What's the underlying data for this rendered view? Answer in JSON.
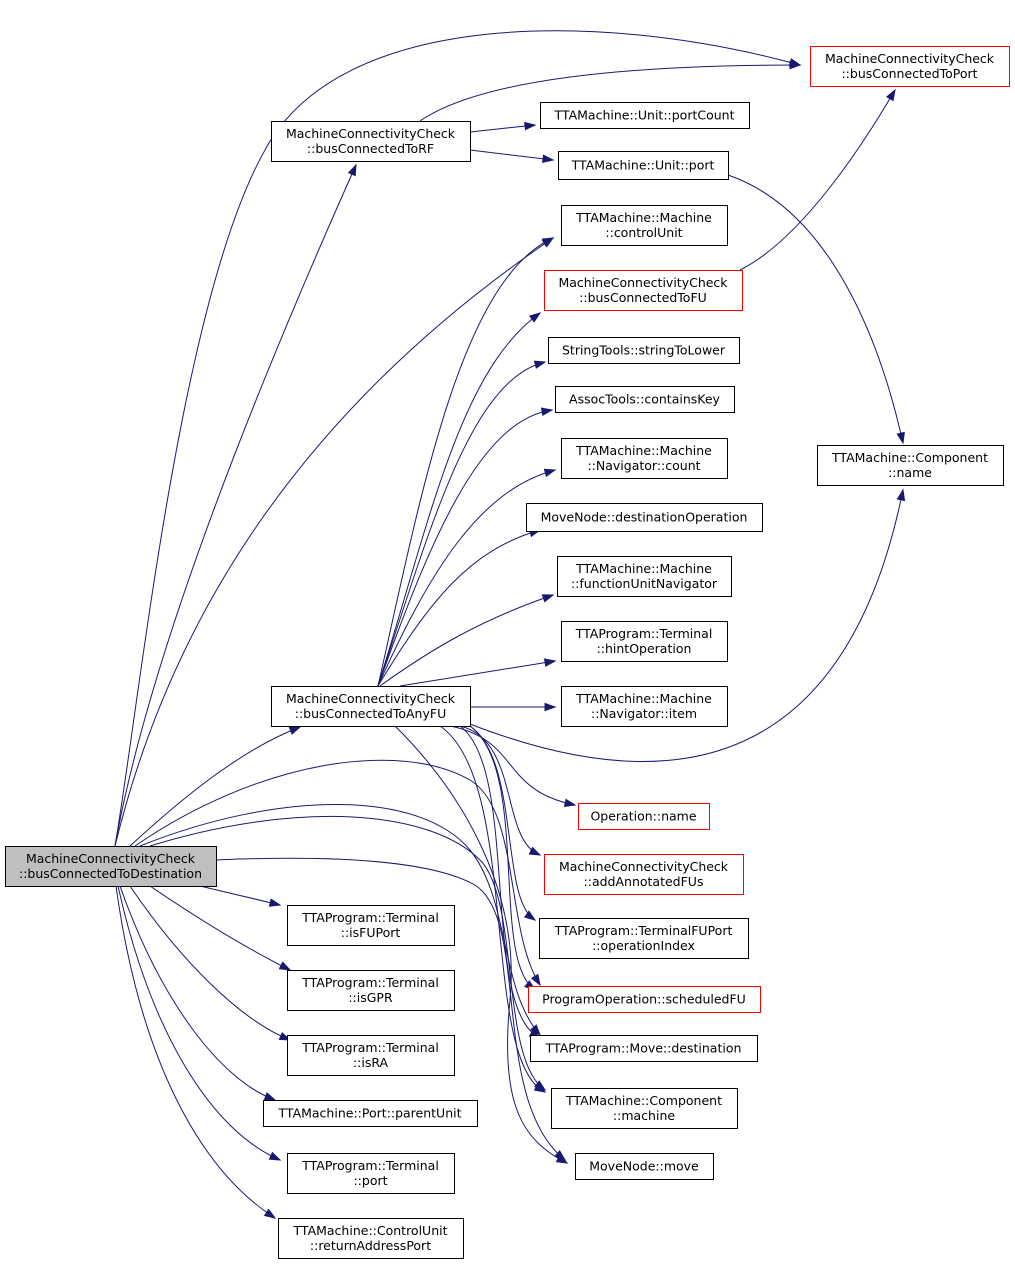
{
  "diagram": {
    "type": "call-graph",
    "colors": {
      "edge": "#191970",
      "root_fill": "#bfbfbf",
      "node_border": "#000000",
      "truncated_border": "#ff0000"
    },
    "nodes": [
      {
        "id": "dest",
        "lines": [
          "MachineConnectivityCheck",
          "::busConnectedToDestination"
        ],
        "style": "root"
      },
      {
        "id": "toPort",
        "lines": [
          "MachineConnectivityCheck",
          "::busConnectedToPort"
        ],
        "style": "red"
      },
      {
        "id": "toRF",
        "lines": [
          "MachineConnectivityCheck",
          "::busConnectedToRF"
        ],
        "style": "normal"
      },
      {
        "id": "portCount",
        "lines": [
          "TTAMachine::Unit::portCount"
        ],
        "style": "normal"
      },
      {
        "id": "unitPort",
        "lines": [
          "TTAMachine::Unit::port"
        ],
        "style": "normal"
      },
      {
        "id": "controlUnit",
        "lines": [
          "TTAMachine::Machine",
          "::controlUnit"
        ],
        "style": "normal"
      },
      {
        "id": "toFU",
        "lines": [
          "MachineConnectivityCheck",
          "::busConnectedToFU"
        ],
        "style": "red"
      },
      {
        "id": "toLower",
        "lines": [
          "StringTools::stringToLower"
        ],
        "style": "normal"
      },
      {
        "id": "containsKey",
        "lines": [
          "AssocTools::containsKey"
        ],
        "style": "normal"
      },
      {
        "id": "navCount",
        "lines": [
          "TTAMachine::Machine",
          "::Navigator::count"
        ],
        "style": "normal"
      },
      {
        "id": "destOp",
        "lines": [
          "MoveNode::destinationOperation"
        ],
        "style": "normal"
      },
      {
        "id": "fuNav",
        "lines": [
          "TTAMachine::Machine",
          "::functionUnitNavigator"
        ],
        "style": "normal"
      },
      {
        "id": "hintOp",
        "lines": [
          "TTAProgram::Terminal",
          "::hintOperation"
        ],
        "style": "normal"
      },
      {
        "id": "navItem",
        "lines": [
          "TTAMachine::Machine",
          "::Navigator::item"
        ],
        "style": "normal"
      },
      {
        "id": "compName",
        "lines": [
          "TTAMachine::Component",
          "::name"
        ],
        "style": "normal"
      },
      {
        "id": "anyFU",
        "lines": [
          "MachineConnectivityCheck",
          "::busConnectedToAnyFU"
        ],
        "style": "normal"
      },
      {
        "id": "opName",
        "lines": [
          "Operation::name"
        ],
        "style": "red"
      },
      {
        "id": "addAnn",
        "lines": [
          "MachineConnectivityCheck",
          "::addAnnotatedFUs"
        ],
        "style": "red"
      },
      {
        "id": "opIndex",
        "lines": [
          "TTAProgram::TerminalFUPort",
          "::operationIndex"
        ],
        "style": "normal"
      },
      {
        "id": "schedFU",
        "lines": [
          "ProgramOperation::scheduledFU"
        ],
        "style": "red"
      },
      {
        "id": "moveDest",
        "lines": [
          "TTAProgram::Move::destination"
        ],
        "style": "normal"
      },
      {
        "id": "compMachine",
        "lines": [
          "TTAMachine::Component",
          "::machine"
        ],
        "style": "normal"
      },
      {
        "id": "moveNode",
        "lines": [
          "MoveNode::move"
        ],
        "style": "normal"
      },
      {
        "id": "isFUPort",
        "lines": [
          "TTAProgram::Terminal",
          "::isFUPort"
        ],
        "style": "normal"
      },
      {
        "id": "isGPR",
        "lines": [
          "TTAProgram::Terminal",
          "::isGPR"
        ],
        "style": "normal"
      },
      {
        "id": "isRA",
        "lines": [
          "TTAProgram::Terminal",
          "::isRA"
        ],
        "style": "normal"
      },
      {
        "id": "parentUnit",
        "lines": [
          "TTAMachine::Port::parentUnit"
        ],
        "style": "normal"
      },
      {
        "id": "termPort",
        "lines": [
          "TTAProgram::Terminal",
          "::port"
        ],
        "style": "normal"
      },
      {
        "id": "retAddr",
        "lines": [
          "TTAMachine::ControlUnit",
          "::returnAddressPort"
        ],
        "style": "normal"
      }
    ],
    "edges": [
      [
        "dest",
        "toPort"
      ],
      [
        "dest",
        "toRF"
      ],
      [
        "dest",
        "controlUnit"
      ],
      [
        "dest",
        "anyFU"
      ],
      [
        "dest",
        "schedFU"
      ],
      [
        "dest",
        "moveDest"
      ],
      [
        "dest",
        "moveNode"
      ],
      [
        "dest",
        "compMachine"
      ],
      [
        "dest",
        "isFUPort"
      ],
      [
        "dest",
        "isGPR"
      ],
      [
        "dest",
        "isRA"
      ],
      [
        "dest",
        "parentUnit"
      ],
      [
        "dest",
        "termPort"
      ],
      [
        "dest",
        "retAddr"
      ],
      [
        "toRF",
        "toPort"
      ],
      [
        "toRF",
        "portCount"
      ],
      [
        "toRF",
        "unitPort"
      ],
      [
        "unitPort",
        "compName"
      ],
      [
        "toFU",
        "toPort"
      ],
      [
        "anyFU",
        "controlUnit"
      ],
      [
        "anyFU",
        "toFU"
      ],
      [
        "anyFU",
        "toLower"
      ],
      [
        "anyFU",
        "containsKey"
      ],
      [
        "anyFU",
        "navCount"
      ],
      [
        "anyFU",
        "destOp"
      ],
      [
        "anyFU",
        "fuNav"
      ],
      [
        "anyFU",
        "hintOp"
      ],
      [
        "anyFU",
        "navItem"
      ],
      [
        "anyFU",
        "compName"
      ],
      [
        "anyFU",
        "opName"
      ],
      [
        "anyFU",
        "addAnn"
      ],
      [
        "anyFU",
        "opIndex"
      ],
      [
        "anyFU",
        "schedFU"
      ],
      [
        "anyFU",
        "moveDest"
      ],
      [
        "anyFU",
        "compMachine"
      ],
      [
        "anyFU",
        "moveNode"
      ]
    ]
  }
}
